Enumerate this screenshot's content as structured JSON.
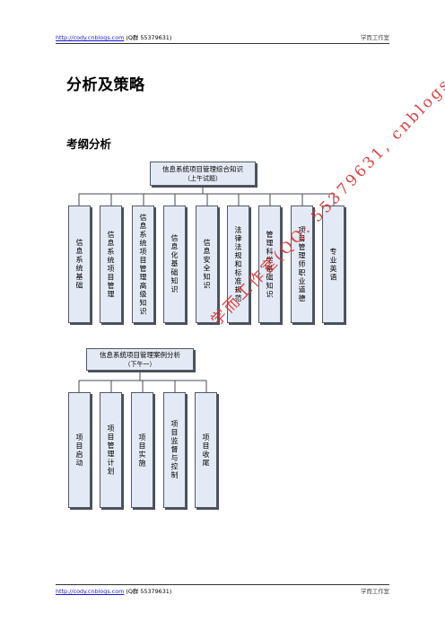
{
  "header": {
    "link": "http://cody.cnblogs.com",
    "qq": " (Q群 55379631)",
    "right": "学而工作室"
  },
  "footer": {
    "link": "http://cody.cnblogs.com",
    "qq": " (Q群 55379631)",
    "right": "学而工作室"
  },
  "title": "分析及策略",
  "subtitle": "考纲分析",
  "diagram1": {
    "root_line1": "信息系统项目管理综合知识",
    "root_line2": "（上午试题）",
    "children": [
      "信息系统基础",
      "信息系统项目管理",
      "信息系统项目管理高级知识",
      "信息化基础知识",
      "信息安全知识",
      "法律法规和标准规范",
      "管理科学基础知识",
      "项目管理师职业道德",
      "专业英语"
    ]
  },
  "diagram2": {
    "root_line1": "信息系统项目管理案例分析",
    "root_line2": "（下午一）",
    "children": [
      "项目启动",
      "项目管理计划",
      "项目实施",
      "项目监督与控制",
      "项目收尾"
    ]
  },
  "watermark": "学而工作室(QQ: 55379631, cnblogs.com)"
}
